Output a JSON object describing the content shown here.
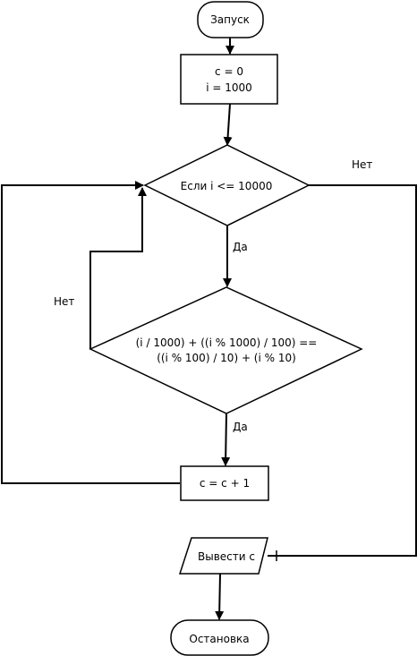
{
  "nodes": {
    "start": {
      "label": "Запуск"
    },
    "init": {
      "lines": [
        "c = 0",
        "i = 1000"
      ]
    },
    "loop_check": {
      "label": "Если i <= 10000"
    },
    "sum_check": {
      "lines": [
        "(i / 1000) + ((i % 1000) / 100) ==",
        "((i % 100) / 10) + (i % 10)"
      ]
    },
    "increment": {
      "label": "c = c + 1"
    },
    "output": {
      "label": "Вывести c"
    },
    "end": {
      "label": "Остановка"
    }
  },
  "edges": {
    "loop_no": {
      "label": "Нет"
    },
    "loop_yes": {
      "label": "Да"
    },
    "sum_no": {
      "label": "Нет"
    },
    "sum_yes": {
      "label": "Да"
    }
  }
}
